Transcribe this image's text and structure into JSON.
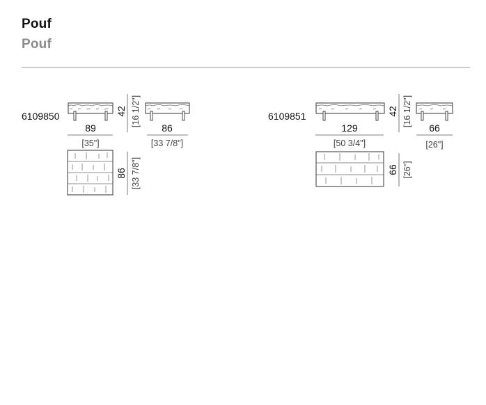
{
  "header": {
    "title": "Pouf",
    "subtitle": "Pouf"
  },
  "products": [
    {
      "code": "6109850",
      "width_cm": "89",
      "width_in": "[35\"]",
      "height_cm": "42",
      "height_in": "[16 1/2\"]",
      "depth_cm": "86",
      "depth_in": "[33 7/8\"]",
      "plan_depth_cm": "86",
      "plan_depth_in": "[33 7/8\"]"
    },
    {
      "code": "6109851",
      "width_cm": "129",
      "width_in": "[50 3/4\"]",
      "height_cm": "42",
      "height_in": "[16 1/2\"]",
      "depth_cm": "66",
      "depth_in": "[26\"]",
      "plan_depth_cm": "66",
      "plan_depth_in": "[26\"]"
    }
  ]
}
